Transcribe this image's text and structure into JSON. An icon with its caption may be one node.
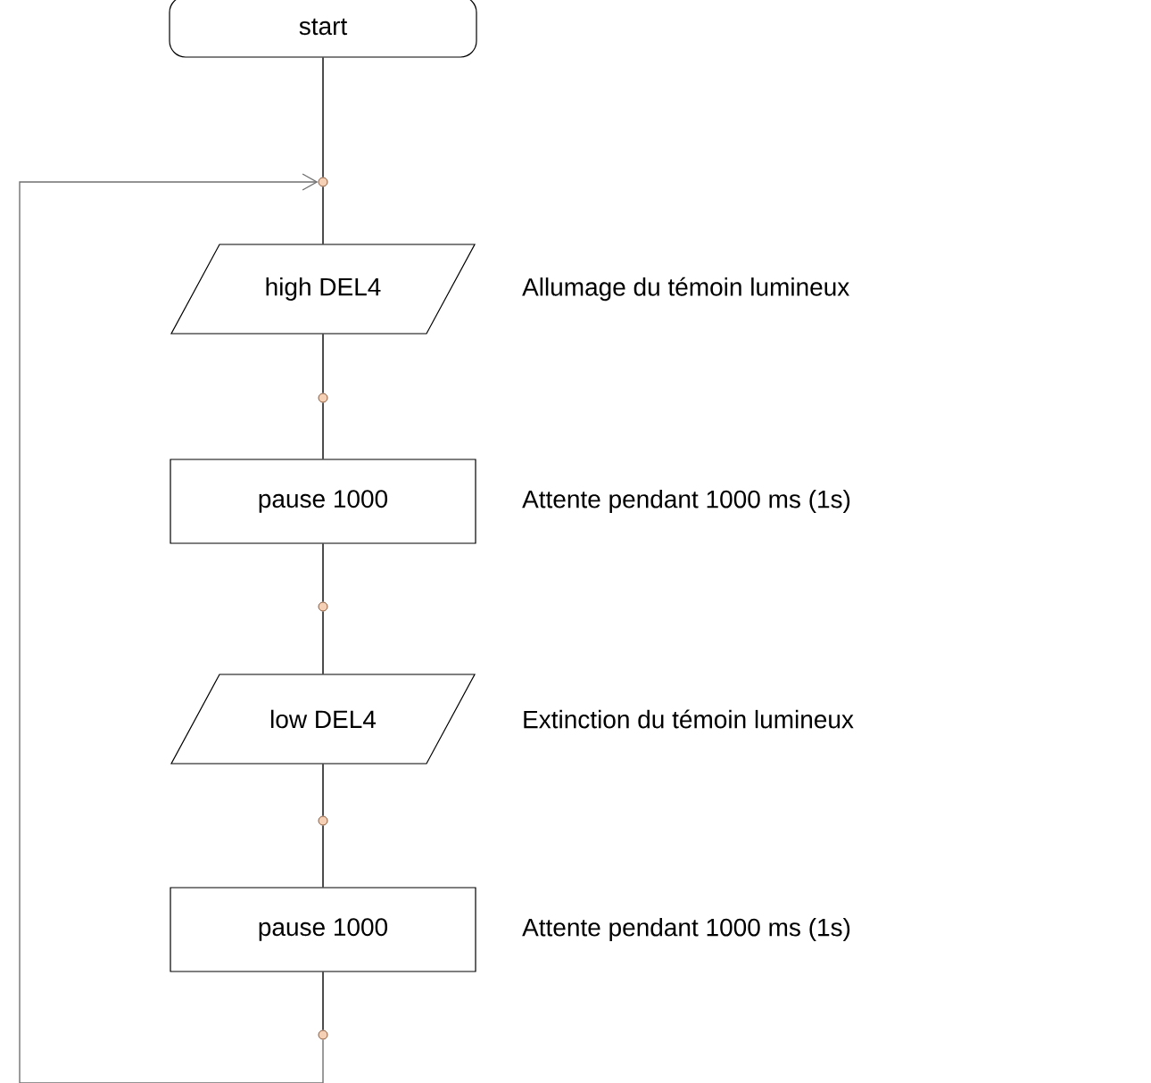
{
  "diagram": {
    "nodes": [
      {
        "text": [
          "start"
        ]
      },
      {
        "text": [],
        "shape": "circle"
      },
      {
        "text": [
          "high DEL4"
        ],
        "beside": [
          "Allumage du témoin lumineux"
        ]
      },
      {
        "text": [],
        "shape": "circle"
      },
      {
        "text": [
          "pause 1000"
        ],
        "beside": [
          "Attente pendant 1000 ms (1s)"
        ]
      },
      {
        "text": [],
        "shape": "circle"
      },
      {
        "text": [
          "low DEL4"
        ],
        "beside": [
          "Extinction du témoin lumineux"
        ]
      },
      {
        "text": [],
        "shape": "circle"
      },
      {
        "text": [
          "pause 1000"
        ],
        "beside": [
          "Attente pendant 1000 ms (1s)"
        ]
      },
      {
        "text": [],
        "shape": "circle"
      }
    ],
    "edges": [
      {
        "from": 0,
        "to": 1,
        "arrow": "none"
      },
      {
        "from": 1,
        "to": 2,
        "arrow": "none"
      },
      {
        "from": 2,
        "to": 3,
        "arrow": "none"
      },
      {
        "from": 3,
        "to": 4,
        "arrow": "none"
      },
      {
        "from": 4,
        "to": 5,
        "arrow": "none"
      },
      {
        "from": 5,
        "to": 6,
        "arrow": "none"
      },
      {
        "from": 6,
        "to": 7,
        "arrow": "none"
      },
      {
        "from": 7,
        "to": 8,
        "arrow": "none"
      },
      {
        "from": 8,
        "to": 9,
        "arrow": "none"
      },
      {
        "from": 9,
        "to": 1,
        "arrow": "to",
        "color": "#707070"
      }
    ]
  }
}
